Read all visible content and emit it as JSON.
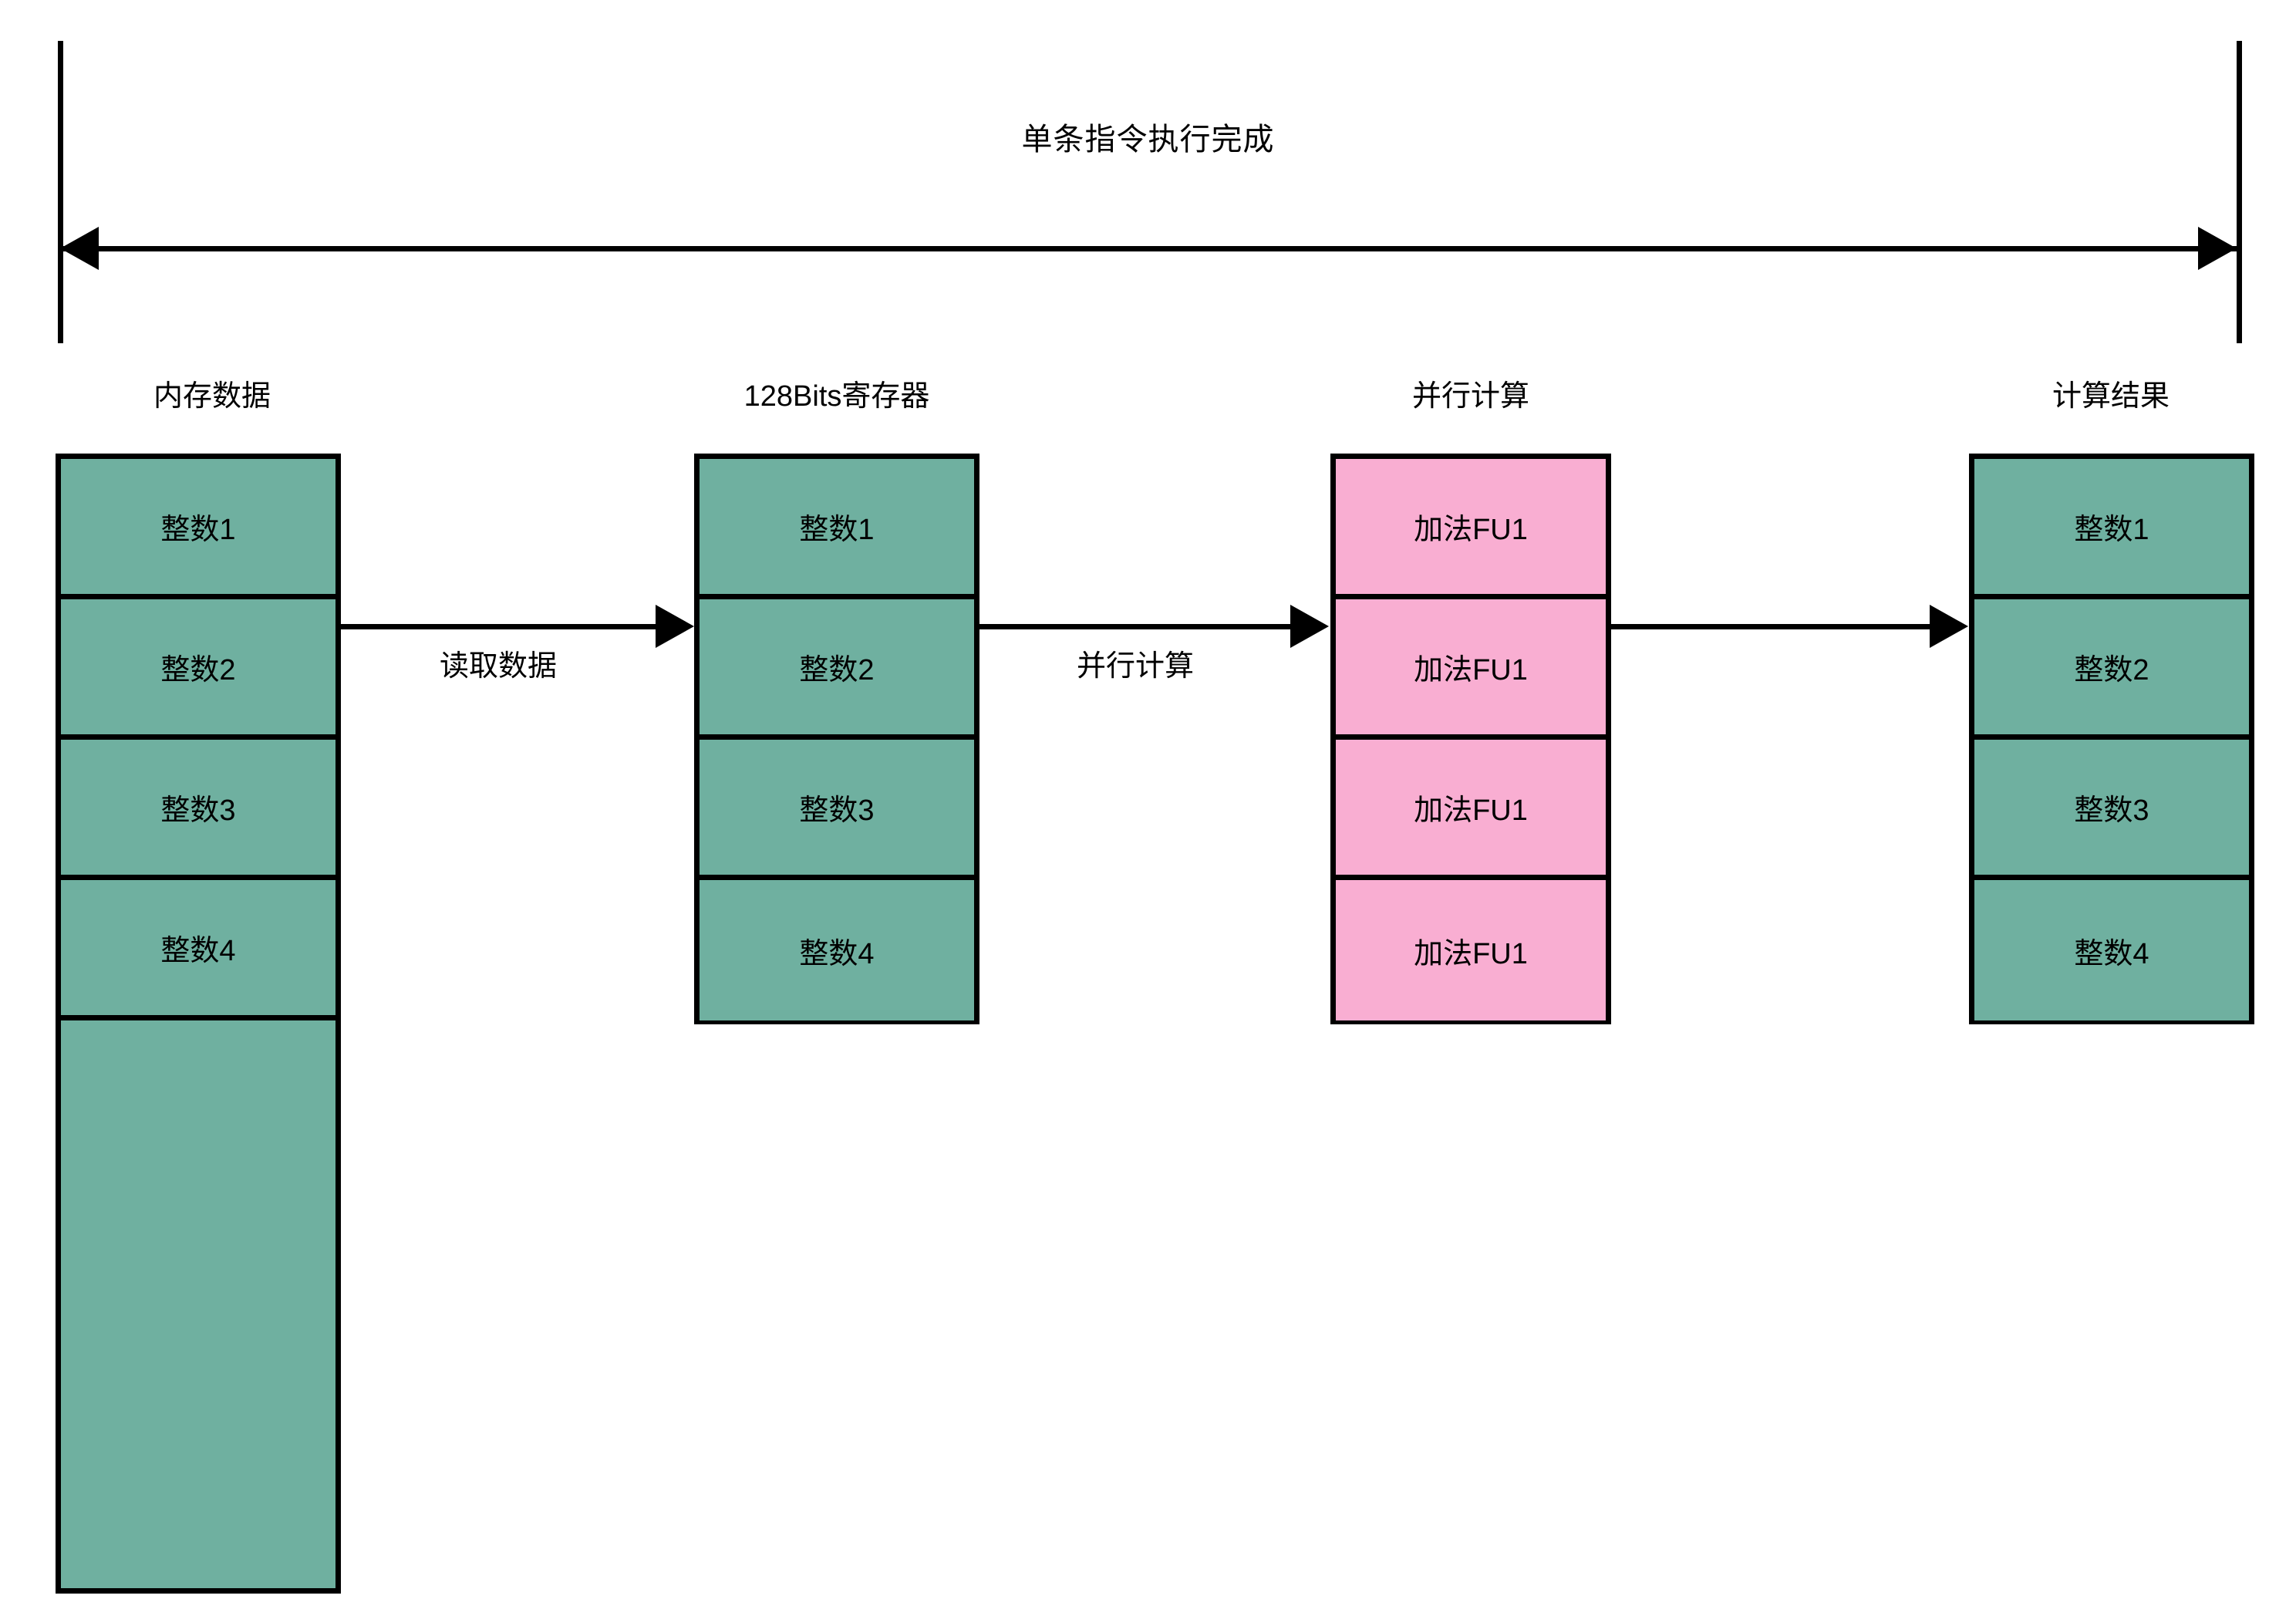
{
  "span": {
    "title": "单条指令执行完成",
    "left_marker": "bracket-end-left",
    "right_marker": "bracket-end-right"
  },
  "columns": [
    {
      "header": "内存数据",
      "color": "#6fb0a0",
      "cells": [
        "整数1",
        "整数2",
        "整数3",
        "整数4",
        ""
      ]
    },
    {
      "header": "128Bits寄存器",
      "color": "#6fb0a0",
      "cells": [
        "整数1",
        "整数2",
        "整数3",
        "整数4"
      ]
    },
    {
      "header": "并行计算",
      "color": "#f9aed2",
      "cells": [
        "加法FU1",
        "加法FU1",
        "加法FU1",
        "加法FU1"
      ]
    },
    {
      "header": "计算结果",
      "color": "#6fb0a0",
      "cells": [
        "整数1",
        "整数2",
        "整数3",
        "整数4"
      ]
    }
  ],
  "arrows": [
    {
      "label": "读取数据",
      "from": "内存数据",
      "to": "128Bits寄存器"
    },
    {
      "label": "并行计算",
      "from": "128Bits寄存器",
      "to": "并行计算"
    },
    {
      "label": "",
      "from": "并行计算",
      "to": "计算结果"
    }
  ],
  "colors": {
    "green_fill": "#6fb0a0",
    "pink_fill": "#f9aed2",
    "stroke": "#000000",
    "background": "#ffffff"
  }
}
